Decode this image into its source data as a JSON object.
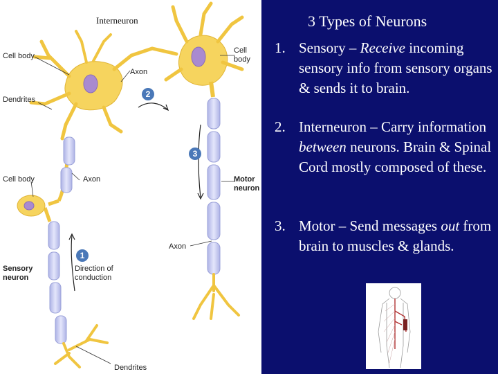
{
  "diagram": {
    "caption": "Interneuron",
    "labels": {
      "cell_body_left": "Cell body",
      "cell_body_right_1": "Cell",
      "cell_body_right_2": "body",
      "dendrites_top": "Dendrites",
      "axon_top": "Axon",
      "cell_body_sensory": "Cell body",
      "axon_sensory": "Axon",
      "motor_neuron_1": "Motor",
      "motor_neuron_2": "neuron",
      "axon_motor": "Axon",
      "sensory_neuron_1": "Sensory",
      "sensory_neuron_2": "neuron",
      "direction_1": "Direction of",
      "direction_2": "conduction",
      "dendrites_bottom": "Dendrites"
    },
    "steps": [
      "1",
      "2",
      "3"
    ]
  },
  "slide": {
    "title": "3 Types of Neurons",
    "items": [
      {
        "num": "1.",
        "parts": [
          "Sensory – ",
          "Receive",
          " incoming sensory info from sensory organs & sends it to brain."
        ]
      },
      {
        "num": "2.",
        "parts": [
          "Interneuron – Carry information ",
          "between",
          " neurons. Brain & Spinal Cord mostly composed of these."
        ]
      },
      {
        "num": "3.",
        "parts": [
          "Motor – Send messages ",
          "out",
          " from brain to muscles & glands."
        ]
      }
    ]
  },
  "colors": {
    "background": "#0b0f6e",
    "neuron_fill": "#f6d45e",
    "nucleus_fill": "#a98ad0",
    "myelin_fill": "#c9cdf2",
    "step_badge": "#4a78b8"
  }
}
